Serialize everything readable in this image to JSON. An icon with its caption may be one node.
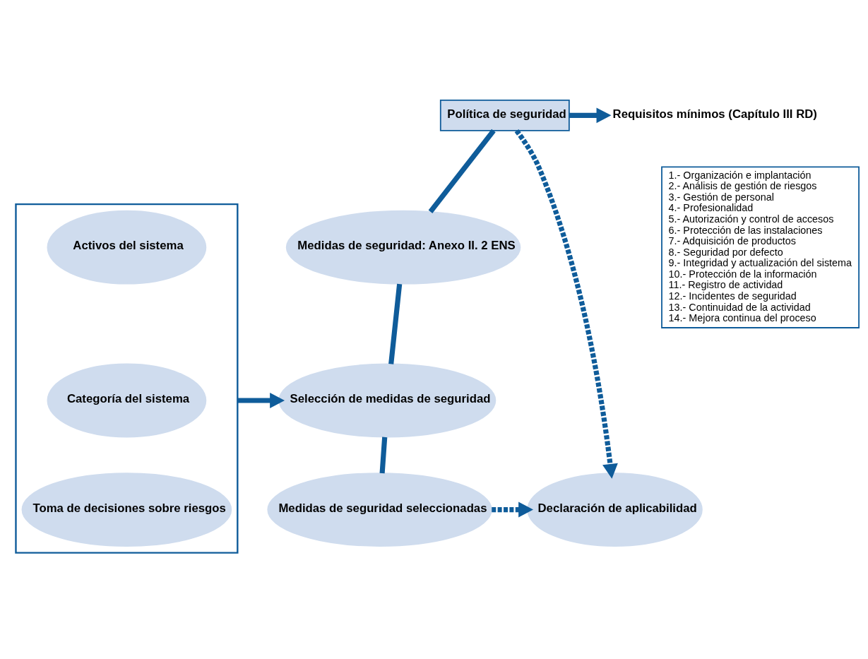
{
  "diagram": {
    "nodes": [
      {
        "text": [
          "Política de seguridad"
        ]
      },
      {
        "text": [
          "Requisitos mínimos (Capítulo III RD)"
        ]
      },
      {
        "text": [
          "1.- Organización e implantación",
          "2.- Análisis de gestión de riesgos",
          "3.- Gestión de personal",
          "4.- Profesionalidad",
          "5.- Autorización y control de accesos",
          "6.- Protección de las instalaciones",
          "7.- Adquisición de productos",
          "8.- Seguridad por defecto",
          "9.- Integridad y actualización del sistema",
          "10.- Protección de la información",
          "11.- Registro de actividad",
          "12.- Incidentes de seguridad",
          "13.- Continuidad de la actividad",
          "14.- Mejora continua del proceso"
        ]
      },
      {
        "text": [],
        "shape": "box"
      },
      {
        "text": [
          "Activos del sistema"
        ],
        "in": 3
      },
      {
        "text": [
          "Categoría del sistema"
        ],
        "in": 3
      },
      {
        "text": [
          "Toma de decisiones sobre riesgos"
        ],
        "in": 3
      },
      {
        "text": [
          "Medidas de seguridad: Anexo II. 2 ENS"
        ]
      },
      {
        "text": [
          "Selección de medidas de seguridad"
        ]
      },
      {
        "text": [
          "Medidas de seguridad seleccionadas"
        ]
      },
      {
        "text": [
          "Declaración de aplicabilidad"
        ]
      }
    ],
    "edges": [
      {
        "from": 0,
        "to": 1,
        "arrow": "to"
      },
      {
        "from": 0,
        "to": 7,
        "arrow": "none"
      },
      {
        "from": 7,
        "to": 8,
        "arrow": "none"
      },
      {
        "from": 8,
        "to": 9,
        "arrow": "none"
      },
      {
        "from": 0,
        "to": 10,
        "arrow": "to",
        "style": "dashed"
      },
      {
        "from": 9,
        "to": 10,
        "arrow": "to",
        "style": "dashed"
      },
      {
        "from": 3,
        "to": 8,
        "arrow": "to"
      }
    ]
  }
}
